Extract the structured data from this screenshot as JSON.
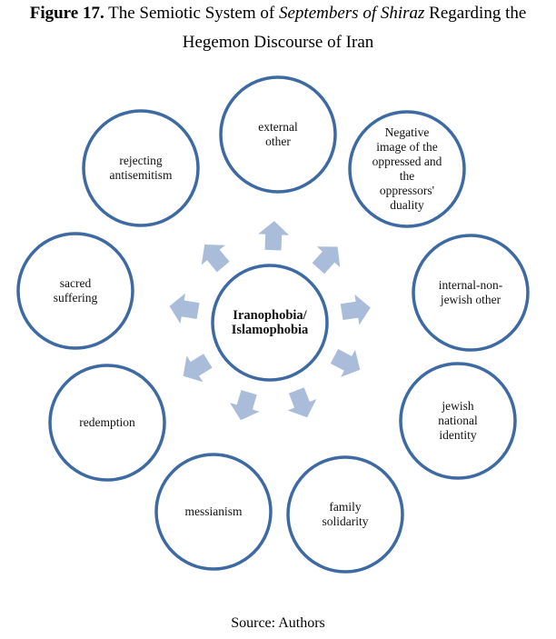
{
  "figure": {
    "label": "Figure 17.",
    "title_part1": " The Semiotic System of ",
    "title_italic": "Septembers of Shiraz",
    "title_part2": " Regarding the",
    "title_line2": "Hegemon Discourse of Iran",
    "source": "Source: Authors"
  },
  "colors": {
    "circle_stroke": "#3e6aa3",
    "arrow_fill": "#a9bcd9",
    "background": "#ffffff"
  },
  "diagram": {
    "type": "radial-hub",
    "center": {
      "lines": [
        "Iranophobia/",
        "Islamophobia"
      ]
    },
    "nodes": [
      {
        "id": "external-other",
        "lines": [
          "external",
          "other"
        ]
      },
      {
        "id": "negative-image",
        "lines": [
          "Negative",
          "image of the",
          "oppressed and",
          "the",
          "oppressors'",
          "duality"
        ]
      },
      {
        "id": "internal-non-jewish-other",
        "lines": [
          "internal-non-",
          "jewish other"
        ]
      },
      {
        "id": "jewish-national-identity",
        "lines": [
          "jewish",
          "national",
          "identity"
        ]
      },
      {
        "id": "family-solidarity",
        "lines": [
          "family",
          "solidarity"
        ]
      },
      {
        "id": "messianism",
        "lines": [
          "messianism"
        ]
      },
      {
        "id": "redemption",
        "lines": [
          "redemption"
        ]
      },
      {
        "id": "sacred-suffering",
        "lines": [
          "sacred",
          "suffering"
        ]
      },
      {
        "id": "rejecting-antisemitism",
        "lines": [
          "rejecting",
          "antisemitism"
        ]
      }
    ],
    "edges_from_center_to_each_node": true
  }
}
